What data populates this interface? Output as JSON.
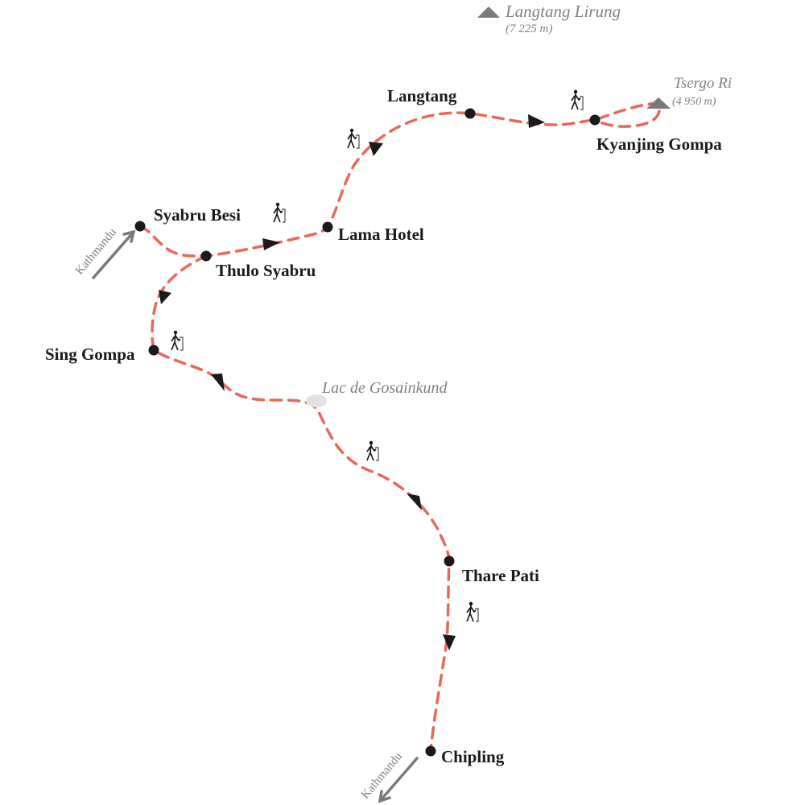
{
  "map": {
    "towns": {
      "syabru_besi": "Syabru Besi",
      "thulo_syabru": "Thulo Syabru",
      "lama_hotel": "Lama Hotel",
      "langtang": "Langtang",
      "kyanjing_gompa": "Kyanjing Gompa",
      "sing_gompa": "Sing Gompa",
      "thare_pati": "Thare Pati",
      "chipling": "Chipling"
    },
    "peaks": {
      "langtang_lirung": {
        "name": "Langtang Lirung",
        "altitude": "(7 225 m)"
      },
      "tsergo_ri": {
        "name": "Tsergo Ri",
        "altitude": "(4 950 m)"
      }
    },
    "lake": "Lac de Gosainkund",
    "exits": {
      "north": "Kathmandu",
      "south": "Kathmandu"
    },
    "colors": {
      "route": "#e8685a",
      "marker": "#1a1a1a",
      "grey": "#808080"
    }
  }
}
